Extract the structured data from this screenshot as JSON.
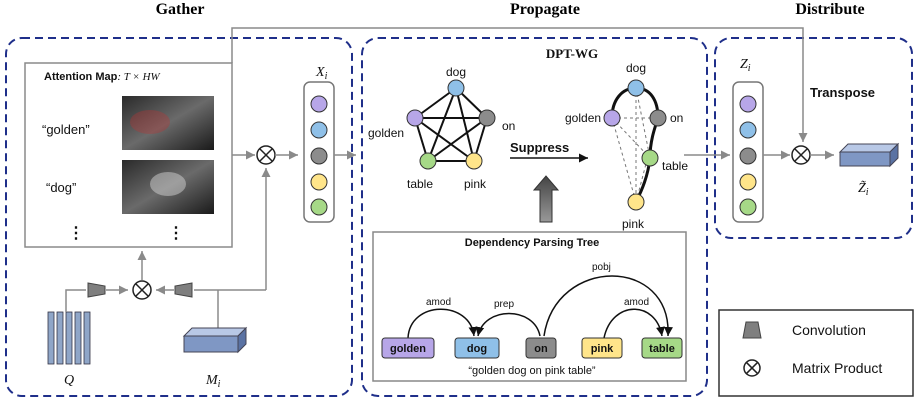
{
  "stages": {
    "gather": "Gather",
    "propagate": "Propagate",
    "distribute": "Distribute"
  },
  "gather": {
    "attention_title": "Attention Map",
    "attention_formula": ": T × HW",
    "words": [
      "“golden”",
      "“dog”"
    ],
    "dots": "⋮",
    "x_label": "X",
    "x_sub": "i",
    "q_label": "Q",
    "m_label": "M",
    "m_sub": "i"
  },
  "propagate": {
    "title": "DPT-WG",
    "suppress": "Suppress",
    "graph_nodes": [
      "dog",
      "golden",
      "on",
      "table",
      "pink"
    ],
    "tree_title": "Dependency Parsing Tree",
    "tree_words": [
      "golden",
      "dog",
      "on",
      "pink",
      "table"
    ],
    "arc_labels": [
      "amod",
      "prep",
      "pobj",
      "amod"
    ],
    "sentence": "“golden dog on pink table”"
  },
  "distribute": {
    "z_label": "Z",
    "z_sub": "i",
    "transpose": "Transpose",
    "zt_label": "Z̃",
    "zt_sub": "i"
  },
  "legend": {
    "convolution": "Convolution",
    "matrix_product": "Matrix Product"
  },
  "colors": {
    "purple": "#b7a6e8",
    "blue": "#8fc0e8",
    "gray": "#8c8c8c",
    "yellow": "#ffe58a",
    "green": "#a6d987",
    "navy": "#1f2f8a"
  }
}
